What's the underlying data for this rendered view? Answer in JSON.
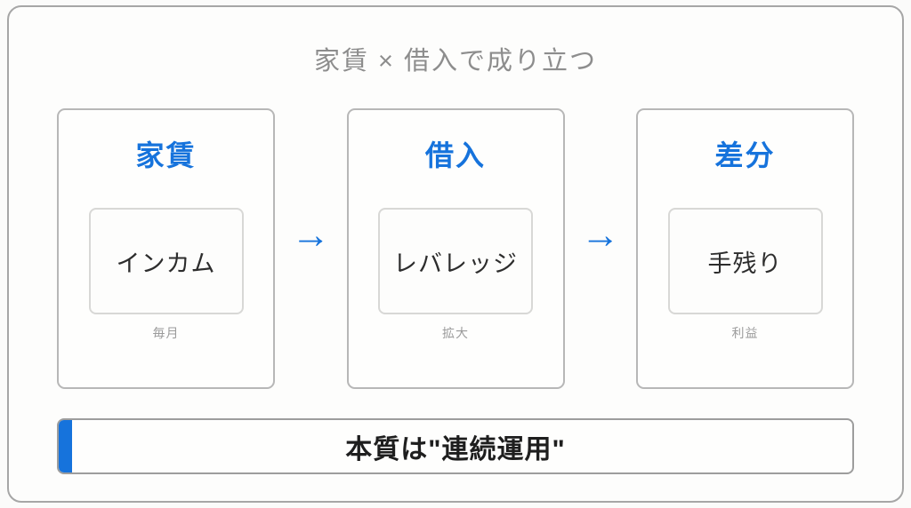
{
  "title": "家賃 × 借入で成り立つ",
  "cards": [
    {
      "header": "家賃",
      "value": "インカム",
      "caption": "毎月"
    },
    {
      "header": "借入",
      "value": "レバレッジ",
      "caption": "拡大"
    },
    {
      "header": "差分",
      "value": "手残り",
      "caption": "利益"
    }
  ],
  "arrows": {
    "glyph": "→"
  },
  "banner": {
    "text": "本質は\"連続運用\""
  },
  "colors": {
    "accent_blue": "#1673dc",
    "title_gray": "#8d8d8d",
    "frame_border": "#a6a6a6",
    "card_border": "#b7b7b7",
    "inner_border": "#d8d8d6",
    "caption_gray": "#9b9b9b",
    "text_dark": "#2d2d2d"
  }
}
